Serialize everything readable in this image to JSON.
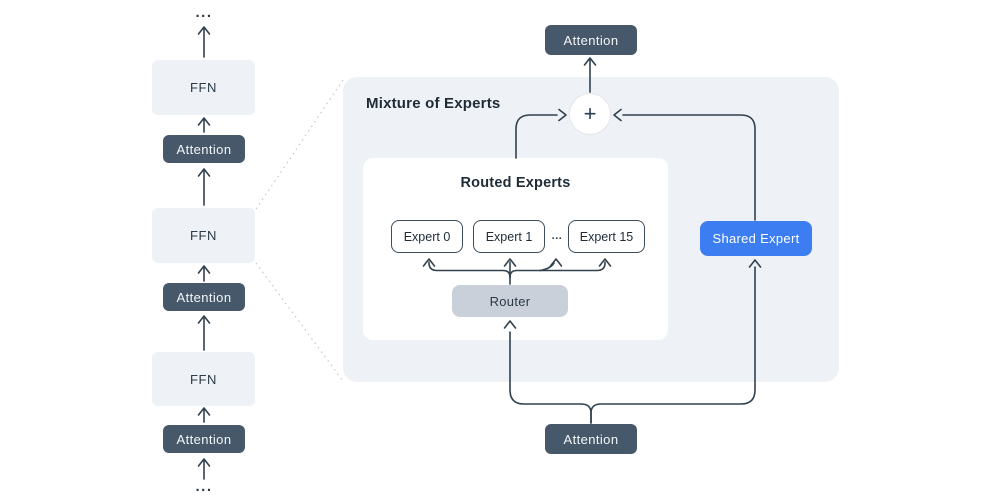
{
  "colors": {
    "dark_block": "#46586a",
    "light_block": "#eef1f5",
    "panel": "#eef1f5",
    "router_gray": "#c9d0d9",
    "shared_blue": "#3c7df2",
    "line": "#31414e",
    "text_dark": "#1e2c38"
  },
  "left_column": {
    "dots_top": "...",
    "dots_bottom": "...",
    "blocks": [
      {
        "label": "FFN"
      },
      {
        "label": "Attention"
      },
      {
        "label": "FFN"
      },
      {
        "label": "Attention"
      },
      {
        "label": "FFN"
      },
      {
        "label": "Attention"
      }
    ]
  },
  "moe": {
    "title": "Mixture of Experts",
    "plus_label": "+",
    "attention_top": "Attention",
    "attention_bottom": "Attention",
    "shared_expert_label": "Shared Expert",
    "routed": {
      "title": "Routed Experts",
      "experts": [
        "Expert 0",
        "Expert 1",
        "Expert 15"
      ],
      "dots": "...",
      "router_label": "Router"
    }
  }
}
